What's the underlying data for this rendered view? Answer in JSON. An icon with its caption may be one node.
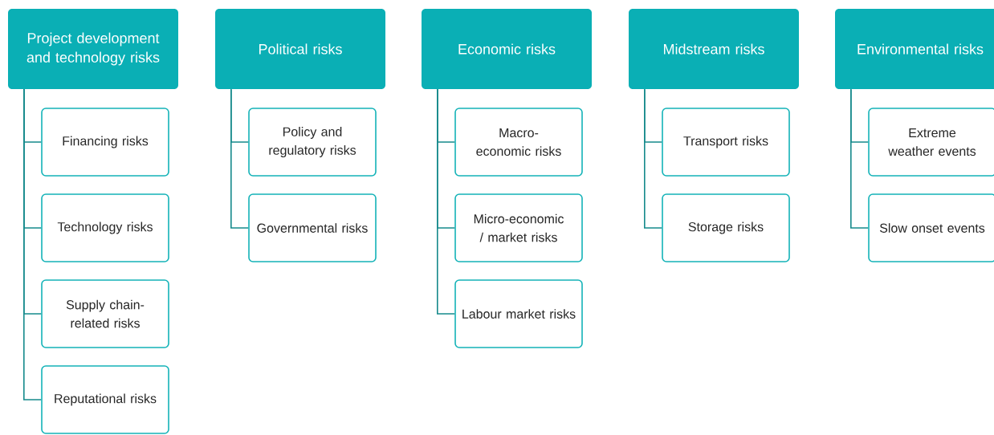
{
  "diagram": {
    "nodes": [
      {
        "text": [
          "Project development and technology risks"
        ]
      },
      {
        "text": [
          "Financing risks"
        ]
      },
      {
        "text": [
          "Technology risks"
        ]
      },
      {
        "text": [
          "Supply chain-related risks"
        ]
      },
      {
        "text": [
          "Reputational risks"
        ]
      },
      {
        "text": [
          "Political risks"
        ]
      },
      {
        "text": [
          "Policy and regulatory risks"
        ]
      },
      {
        "text": [
          "Governmental risks"
        ]
      },
      {
        "text": [
          "Economic risks"
        ]
      },
      {
        "text": [
          "Macro-economic risks"
        ]
      },
      {
        "text": [
          "Micro-economic / market risks"
        ]
      },
      {
        "text": [
          "Labour market risks"
        ]
      },
      {
        "text": [
          "Midstream risks"
        ]
      },
      {
        "text": [
          "Transport risks"
        ]
      },
      {
        "text": [
          "Storage risks"
        ]
      },
      {
        "text": [
          "Environmental risks"
        ]
      },
      {
        "text": [
          "Extreme weather events"
        ]
      },
      {
        "text": [
          "Slow onset events"
        ]
      }
    ],
    "edges": [
      {
        "from": 0,
        "to": 1,
        "arrow": "none"
      },
      {
        "from": 0,
        "to": 2,
        "arrow": "none"
      },
      {
        "from": 0,
        "to": 3,
        "arrow": "none"
      },
      {
        "from": 0,
        "to": 4,
        "arrow": "none"
      },
      {
        "from": 5,
        "to": 6,
        "arrow": "none"
      },
      {
        "from": 5,
        "to": 7,
        "arrow": "none"
      },
      {
        "from": 8,
        "to": 9,
        "arrow": "none"
      },
      {
        "from": 8,
        "to": 10,
        "arrow": "none"
      },
      {
        "from": 8,
        "to": 11,
        "arrow": "none"
      },
      {
        "from": 12,
        "to": 13,
        "arrow": "none"
      },
      {
        "from": 12,
        "to": 14,
        "arrow": "none"
      },
      {
        "from": 15,
        "to": 16,
        "arrow": "none"
      },
      {
        "from": 15,
        "to": 17,
        "arrow": "none"
      }
    ]
  }
}
